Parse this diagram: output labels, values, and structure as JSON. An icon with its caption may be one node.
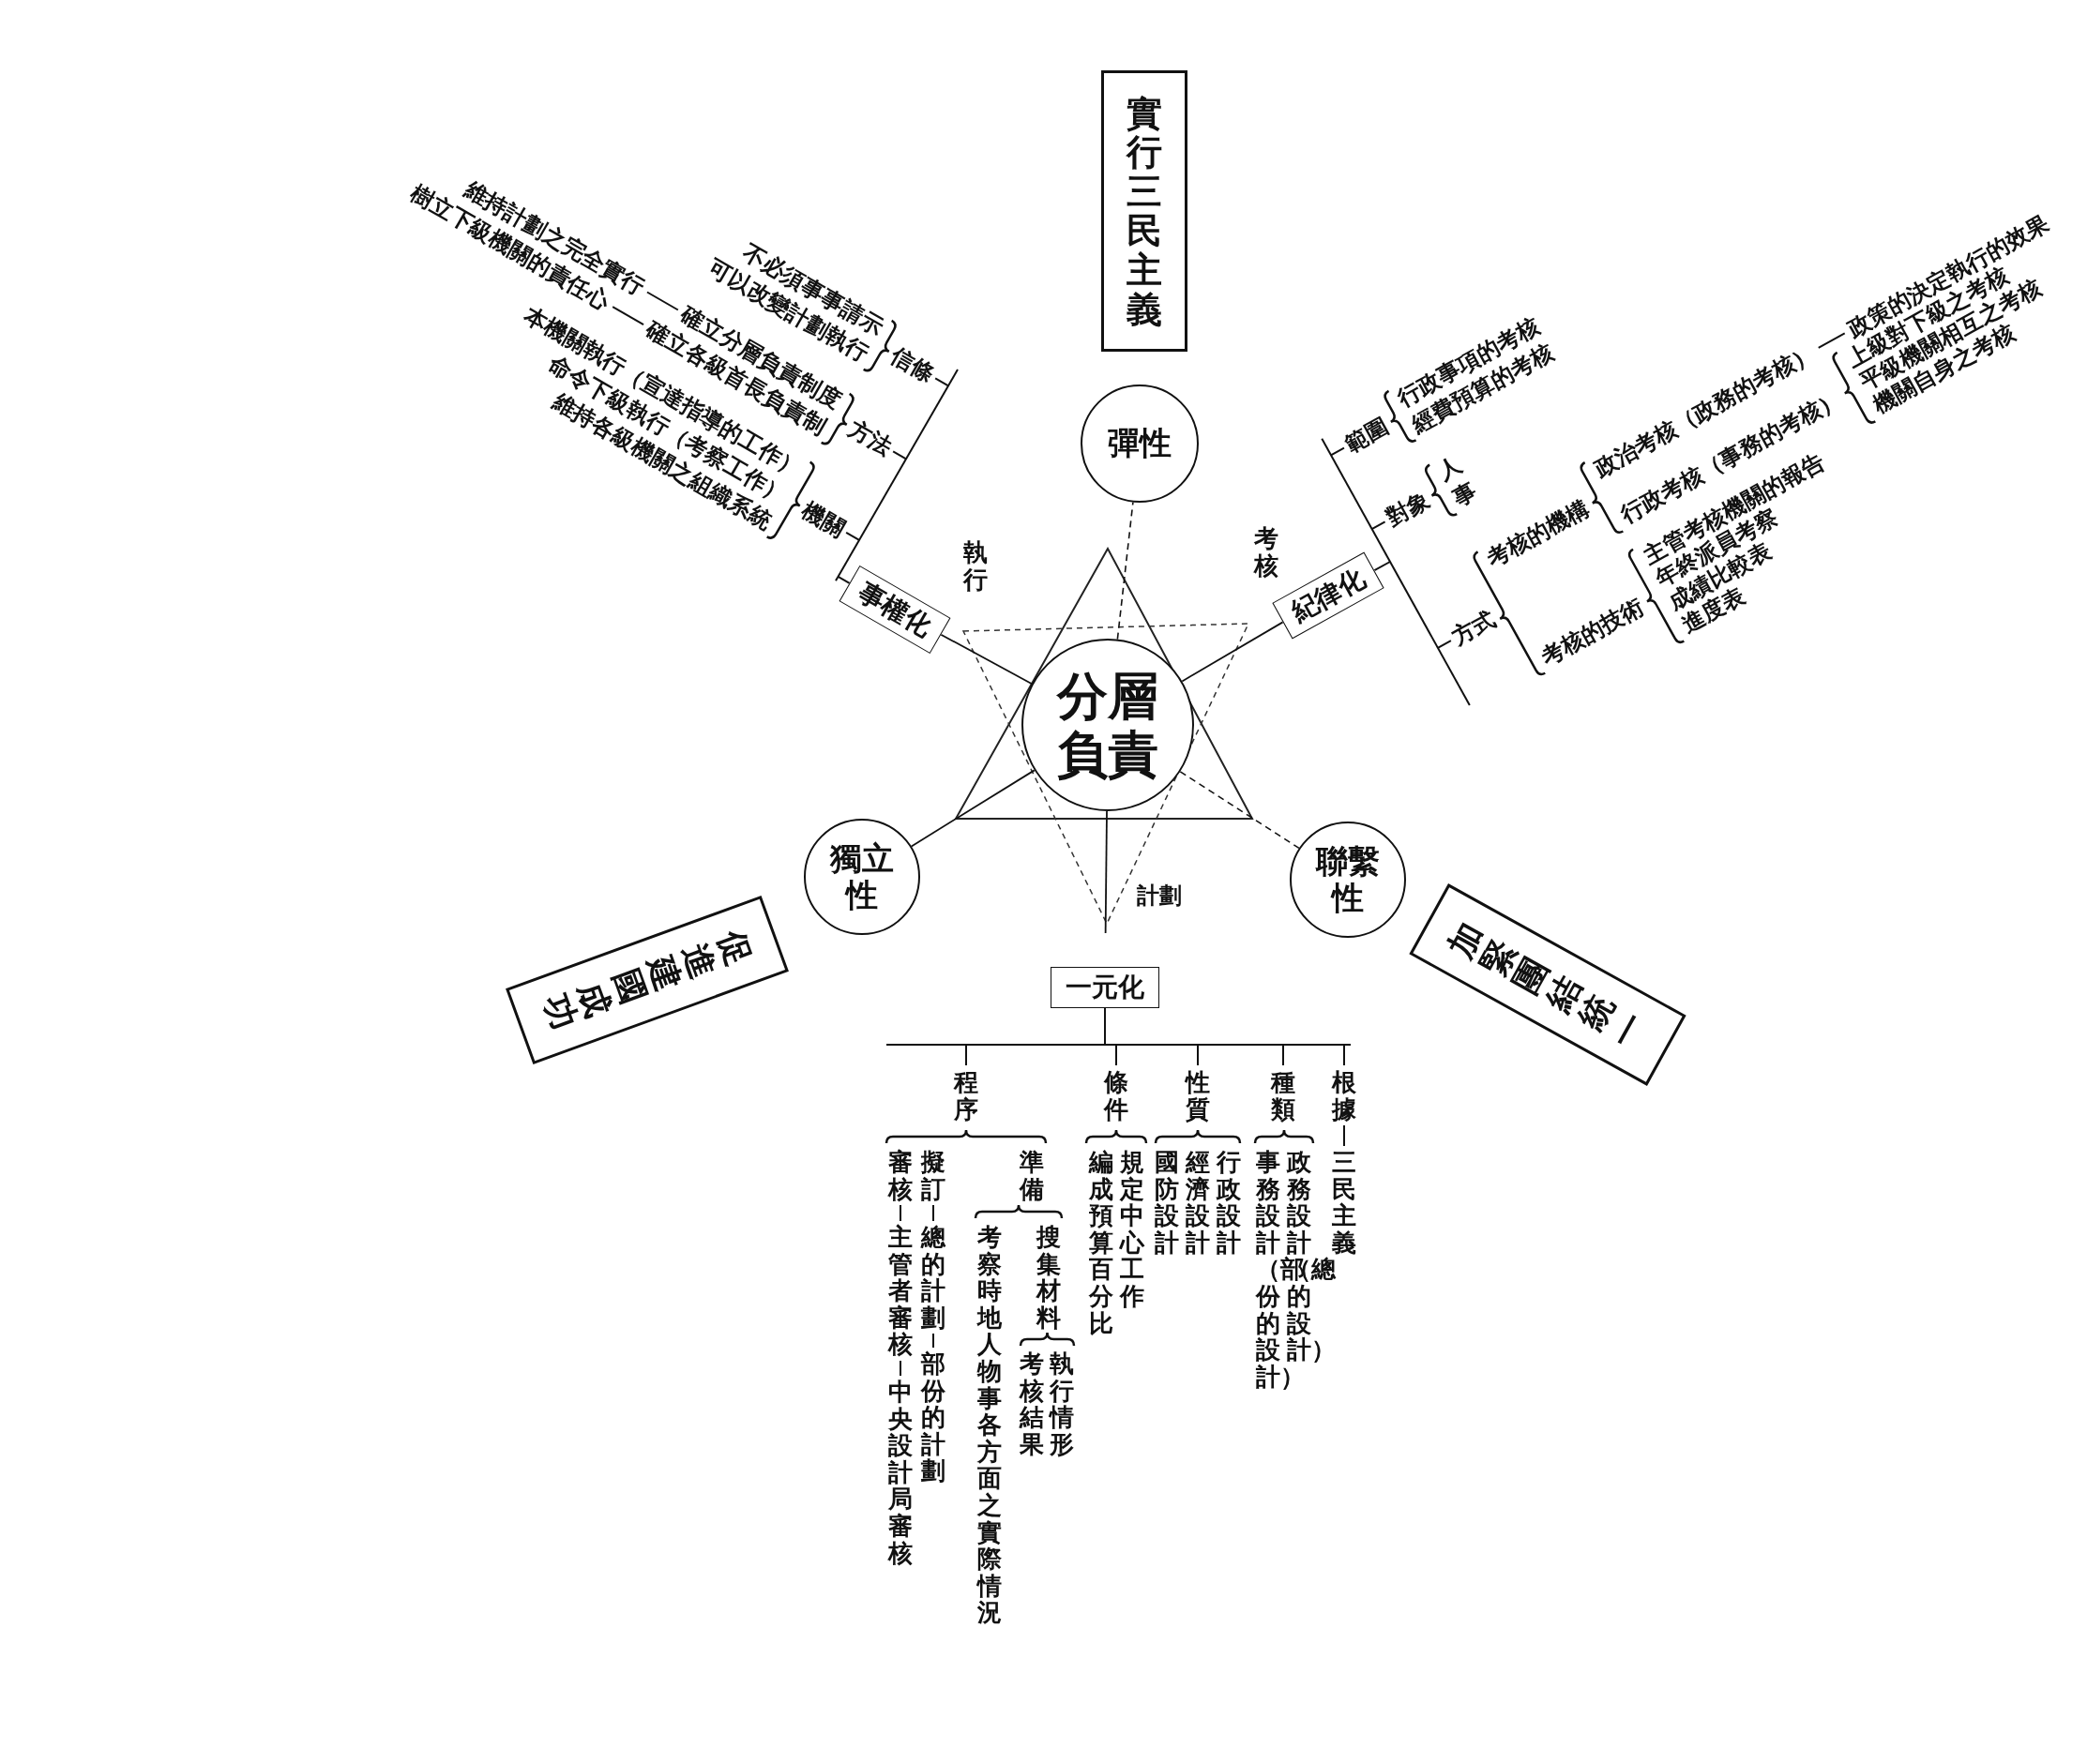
{
  "diagram": {
    "nodes": [
      {
        "text": [
          "實行三民主義"
        ]
      },
      {
        "text": [
          "彈性"
        ]
      },
      {
        "text": [
          "事權化"
        ]
      },
      {
        "text": [
          "紀律化"
        ]
      },
      {
        "text": [
          "分層負責"
        ]
      },
      {
        "text": [
          "獨立性"
        ]
      },
      {
        "text": [
          "聯繫性"
        ]
      },
      {
        "text": [
          "一元化"
        ]
      },
      {
        "text": [
          "促進建國成功"
        ]
      },
      {
        "text": [
          "加緊團結統一"
        ]
      }
    ],
    "edges": [
      {
        "from": 4,
        "to": 2,
        "arrow": "none"
      },
      {
        "from": 4,
        "to": 3,
        "arrow": "none"
      },
      {
        "from": 4,
        "to": 7,
        "arrow": "none"
      },
      {
        "from": 4,
        "to": 1,
        "arrow": "none",
        "style": "dashed"
      },
      {
        "from": 4,
        "to": 5,
        "arrow": "none"
      },
      {
        "from": 4,
        "to": 6,
        "arrow": "none",
        "style": "dashed"
      }
    ],
    "labels": [
      "執行",
      "考核",
      "計劃",
      "信條",
      "不必須事事請示",
      "可以改變計劃執行",
      "方法",
      "確立分層負責制度",
      "維持計劃之完全實行",
      "確立各級首長負責制",
      "樹立下級機關的責任心",
      "機關",
      "本機關執行（宣達指導的工作）",
      "命令下級執行（考察工作）",
      "維持各級機關之組織系統",
      "範圍",
      "行政事項的考核",
      "經費預算的考核",
      "對象",
      "人",
      "事",
      "方式",
      "考核的機構",
      "政治考核（政務的考核）",
      "政策的決定執行的效果",
      "行政考核（事務的考核）",
      "上級對下級之考核",
      "平級機關相互之考核",
      "機關自身之考核",
      "考核的技術",
      "主管考核機關的報告",
      "年終派員考察",
      "成績比較表",
      "進度表",
      "根據",
      "三民主義",
      "種類",
      "政務設計（總的設計）",
      "事務設計（部份的設計）",
      "性質",
      "行政設計",
      "經濟設計",
      "國防設計",
      "條件",
      "規定中心工作",
      "編成預算百分比",
      "程序",
      "準備",
      "搜集材料",
      "執行情形",
      "考核結果",
      "考察時地人物事各方面之實際情況",
      "擬訂",
      "總的計劃",
      "部份的計劃",
      "審核",
      "主管者審核",
      "中央設計局審核"
    ]
  }
}
